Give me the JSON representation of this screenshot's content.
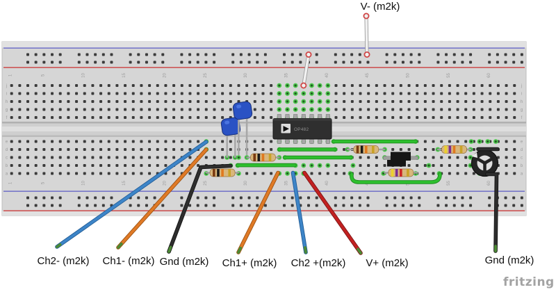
{
  "page": {
    "background": "#ffffff",
    "watermark": "fritzing"
  },
  "diagram_labels": {
    "v_minus": "V- (m2k)",
    "ch2_minus": "Ch2- (m2k)",
    "ch1_minus": "Ch1- (m2k)",
    "gnd_left": "Gnd (m2k)",
    "ch1_plus": "Ch1+ (m2k)",
    "ch2_plus": "Ch2 +(m2k)",
    "v_plus": "V+ (m2k)",
    "gnd_right": "Gnd (m2k)"
  },
  "breadboard": {
    "column_numbers": [
      "1",
      "5",
      "10",
      "15",
      "20",
      "25",
      "30",
      "35",
      "40",
      "45",
      "50",
      "55",
      "60"
    ],
    "row_letters": [
      "j",
      "i",
      "h",
      "g",
      "f",
      "e",
      "d",
      "c",
      "b",
      "a"
    ],
    "rail_blue": "#7070c8",
    "rail_red": "#cc4a4a",
    "board_color": "#d6d6d6",
    "hole_color": "#3b3b3b",
    "highlight_color": "#4ec94e"
  },
  "components": {
    "ic": {
      "label": "OP482"
    },
    "capacitors": [
      {
        "color": "#2a52c4"
      },
      {
        "color": "#2a52c4"
      }
    ],
    "resistors": [
      {
        "id": "r1",
        "bands": [
          "#7a3a12",
          "#191919",
          "#e0791f",
          "#c9a227"
        ]
      },
      {
        "id": "r2",
        "bands": [
          "#7a3a12",
          "#191919",
          "#e0791f",
          "#c9a227"
        ]
      },
      {
        "id": "r3",
        "bands": [
          "#7a3a12",
          "#191919",
          "#e0791f",
          "#c9a227"
        ]
      },
      {
        "id": "r4",
        "bands": [
          "#ecd12c",
          "#7b2f92",
          "#cc2424",
          "#c9a227"
        ]
      },
      {
        "id": "r5",
        "bands": [
          "#ecd12c",
          "#7b2f92",
          "#e0791f",
          "#c9a227"
        ]
      }
    ],
    "jumper": {
      "color": "#161616"
    },
    "trimpot": {
      "body": "#242424",
      "dial": "#dedede"
    }
  },
  "wires": {
    "green": {
      "core": "#2ebf2e",
      "edge": "#1d8a1d"
    },
    "blue": {
      "core": "#3d85c8",
      "edge": "#235d96"
    },
    "orange": {
      "core": "#e07a26",
      "edge": "#9c5212"
    },
    "black": {
      "core": "#2e2e2e",
      "edge": "#141414"
    },
    "red": {
      "core": "#c22121",
      "edge": "#7c1414"
    },
    "white": {
      "core": "#f1f1f1",
      "edge": "#9c9c9c"
    },
    "tip": "#4c8a35",
    "ring": "#d04545"
  }
}
